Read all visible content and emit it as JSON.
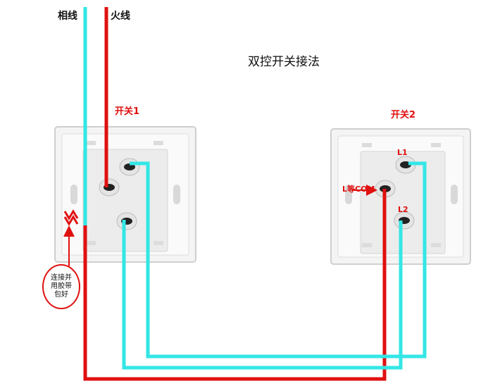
{
  "title": "双控开关接法",
  "wires": {
    "neutral_label": "相线",
    "live_label": "火线",
    "neutral_color": "#33e6e6",
    "live_color": "#e01010"
  },
  "switch1": {
    "label": "开关1"
  },
  "switch2": {
    "label": "开关2",
    "l1": "L1",
    "com": "L等COM",
    "l2": "L2"
  },
  "note": {
    "lines": [
      "连接并",
      "用胶带",
      "包好"
    ]
  },
  "colors": {
    "plate": "#f4f4f4",
    "plate_border": "#cfcfcf",
    "terminal": "#e9e9e9"
  }
}
